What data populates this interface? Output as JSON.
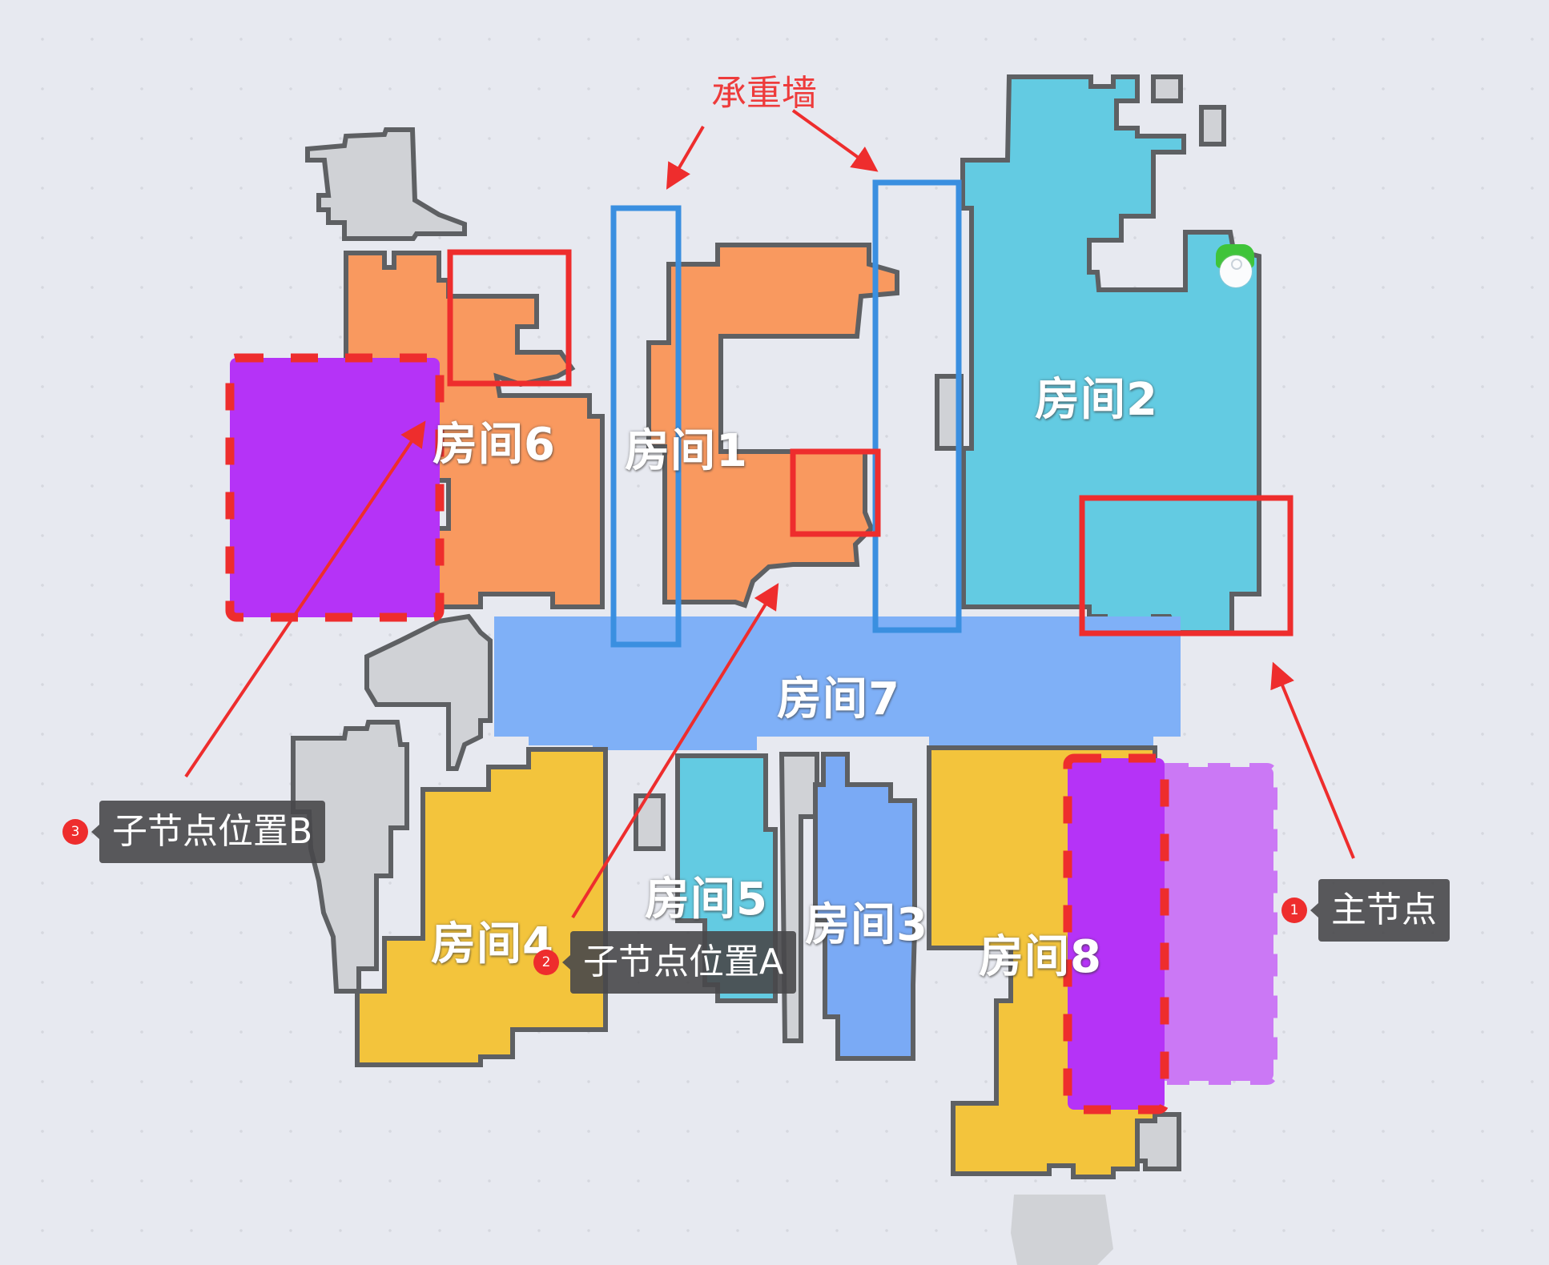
{
  "annotations": {
    "load_bearing_wall_label": "承重墙",
    "callouts": [
      {
        "badge": "1",
        "label": "主节点"
      },
      {
        "badge": "2",
        "label": "子节点位置A"
      },
      {
        "badge": "3",
        "label": "子节点位置B"
      }
    ]
  },
  "rooms": [
    {
      "label": "房间1",
      "color": "#f9995f"
    },
    {
      "label": "房间2",
      "color": "#63cbe2"
    },
    {
      "label": "房间3",
      "color": "#7aaaf5"
    },
    {
      "label": "房间4",
      "color": "#f3c43c"
    },
    {
      "label": "房间5",
      "color": "#63cbe2"
    },
    {
      "label": "房间6",
      "color": "#f9995f"
    },
    {
      "label": "房间7",
      "color": "#7fb0f7"
    },
    {
      "label": "房间8",
      "color": "#f3c43c"
    }
  ],
  "colors": {
    "background": "#e7e9f0",
    "wall": "#5e6063",
    "unassigned": "#d0d2d6",
    "annotation_red": "#ee2d2d",
    "wall_box_blue": "#3a8fe0",
    "node_purple": "#b533f7",
    "node_purple_light": "#cb78f5",
    "robot_dock_green": "#3fc43a"
  },
  "robot": {
    "icon": "robot-vacuum-icon"
  }
}
